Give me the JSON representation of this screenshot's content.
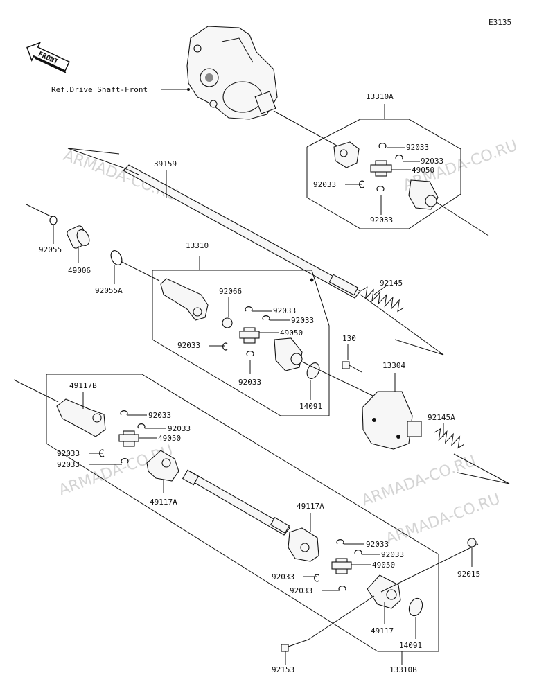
{
  "diagram_code": "E3135",
  "front_label": "FRONT",
  "reference_label": "Ref.Drive Shaft-Front",
  "watermarks": [
    "ARMADA-CO.RU",
    "ARMADA-CO.RU",
    "ARMADA-CO.RU",
    "ARMADA-CO.RU",
    "ARMADA-CO.RU"
  ],
  "parts": {
    "p13310A": "13310A",
    "p39159": "39159",
    "p92055": "92055",
    "p49006": "49006",
    "p92055A": "92055A",
    "p13310": "13310",
    "p92066": "92066",
    "p92145": "92145",
    "p130": "130",
    "p13304": "13304",
    "p14091a": "14091",
    "p92145A": "92145A",
    "p49117B": "49117B",
    "p49117A_1": "49117A",
    "p49117A_2": "49117A",
    "p49117": "49117",
    "p14091b": "14091",
    "p92015": "92015",
    "p92153": "92153",
    "p13310B": "13310B",
    "p49050": "49050",
    "p92033": "92033"
  }
}
